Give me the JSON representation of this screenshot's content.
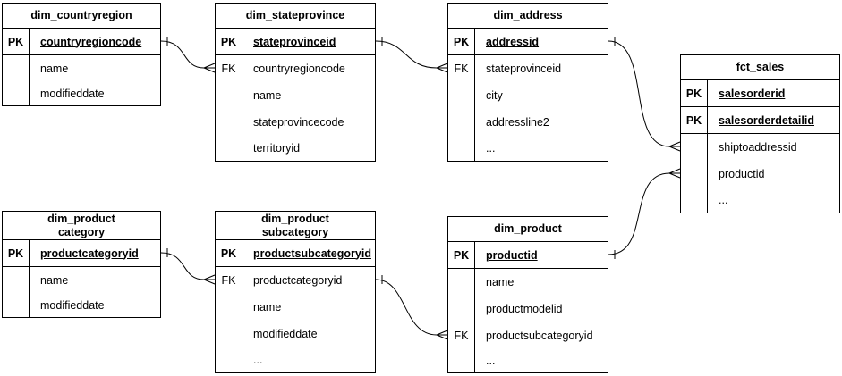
{
  "diagram": {
    "tables": [
      {
        "id": "dim_countryregion",
        "title_lines": [
          "dim_countryregion"
        ],
        "rows": [
          {
            "key": "PK",
            "field": "countryregioncode",
            "is_pk": true
          },
          {
            "key": "",
            "field": "name"
          },
          {
            "key": "",
            "field": "modifieddate"
          }
        ]
      },
      {
        "id": "dim_stateprovince",
        "title_lines": [
          "dim_stateprovince"
        ],
        "rows": [
          {
            "key": "PK",
            "field": "stateprovinceid",
            "is_pk": true
          },
          {
            "key": "FK",
            "field": "countryregioncode"
          },
          {
            "key": "",
            "field": "name"
          },
          {
            "key": "",
            "field": "stateprovincecode"
          },
          {
            "key": "",
            "field": "territoryid"
          }
        ]
      },
      {
        "id": "dim_address",
        "title_lines": [
          "dim_address"
        ],
        "rows": [
          {
            "key": "PK",
            "field": "addressid",
            "is_pk": true
          },
          {
            "key": "FK",
            "field": "stateprovinceid"
          },
          {
            "key": "",
            "field": "city"
          },
          {
            "key": "",
            "field": "addressline2"
          },
          {
            "key": "",
            "field": "..."
          }
        ]
      },
      {
        "id": "fct_sales",
        "title_lines": [
          "fct_sales"
        ],
        "rows": [
          {
            "key": "PK",
            "field": "salesorderid",
            "is_pk": true
          },
          {
            "key": "PK",
            "field": "salesorderdetailid",
            "is_pk": true
          },
          {
            "key": "",
            "field": "shiptoaddressid"
          },
          {
            "key": "",
            "field": "productid"
          },
          {
            "key": "",
            "field": "..."
          }
        ]
      },
      {
        "id": "dim_productcategory",
        "title_lines": [
          "dim_product",
          "category"
        ],
        "rows": [
          {
            "key": "PK",
            "field": "productcategoryid",
            "is_pk": true
          },
          {
            "key": "",
            "field": "name"
          },
          {
            "key": "",
            "field": "modifieddate"
          }
        ]
      },
      {
        "id": "dim_productsubcategory",
        "title_lines": [
          "dim_product",
          "subcategory"
        ],
        "rows": [
          {
            "key": "PK",
            "field": "productsubcategoryid",
            "is_pk": true
          },
          {
            "key": "FK",
            "field": "productcategoryid"
          },
          {
            "key": "",
            "field": "name"
          },
          {
            "key": "",
            "field": "modifieddate"
          },
          {
            "key": "",
            "field": "..."
          }
        ]
      },
      {
        "id": "dim_product",
        "title_lines": [
          "dim_product"
        ],
        "rows": [
          {
            "key": "PK",
            "field": "productid",
            "is_pk": true
          },
          {
            "key": "",
            "field": "name"
          },
          {
            "key": "",
            "field": "productmodelid"
          },
          {
            "key": "FK",
            "field": "productsubcategoryid"
          },
          {
            "key": "",
            "field": "..."
          }
        ]
      }
    ],
    "relationships": [
      {
        "from": "dim_countryregion.countryregioncode",
        "to": "dim_stateprovince.countryregioncode",
        "cardinality": "one-to-many"
      },
      {
        "from": "dim_stateprovince.stateprovinceid",
        "to": "dim_address.stateprovinceid",
        "cardinality": "one-to-many"
      },
      {
        "from": "dim_address.addressid",
        "to": "fct_sales.shiptoaddressid",
        "cardinality": "one-to-many"
      },
      {
        "from": "dim_product.productid",
        "to": "fct_sales.productid",
        "cardinality": "one-to-many"
      },
      {
        "from": "dim_productcategory.productcategoryid",
        "to": "dim_productsubcategory.productcategoryid",
        "cardinality": "one-to-many"
      },
      {
        "from": "dim_productsubcategory.productsubcategoryid",
        "to": "dim_product.productsubcategoryid",
        "cardinality": "one-to-many"
      }
    ],
    "colors": {
      "line": "#000000",
      "background": "#ffffff",
      "text": "#000000"
    }
  }
}
